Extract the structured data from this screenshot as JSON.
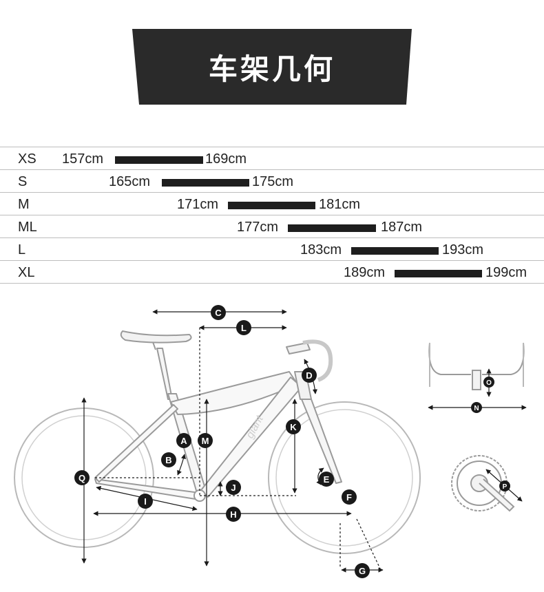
{
  "title": "车架几何",
  "sizes": [
    {
      "label": "XS",
      "min": "157cm",
      "max": "169cm"
    },
    {
      "label": "S",
      "min": "165cm",
      "max": "175cm"
    },
    {
      "label": "M",
      "min": "171cm",
      "max": "181cm"
    },
    {
      "label": "ML",
      "min": "177cm",
      "max": "187cm"
    },
    {
      "label": "L",
      "min": "183cm",
      "max": "193cm"
    },
    {
      "label": "XL",
      "min": "189cm",
      "max": "199cm"
    }
  ],
  "geometry_labels": {
    "A": "A",
    "B": "B",
    "C": "C",
    "D": "D",
    "E": "E",
    "F": "F",
    "G": "G",
    "H": "H",
    "I": "I",
    "J": "J",
    "K": "K",
    "L": "L",
    "M": "M",
    "N": "N",
    "O": "O",
    "P": "P",
    "Q": "Q"
  },
  "frame_brand_text": "giant"
}
